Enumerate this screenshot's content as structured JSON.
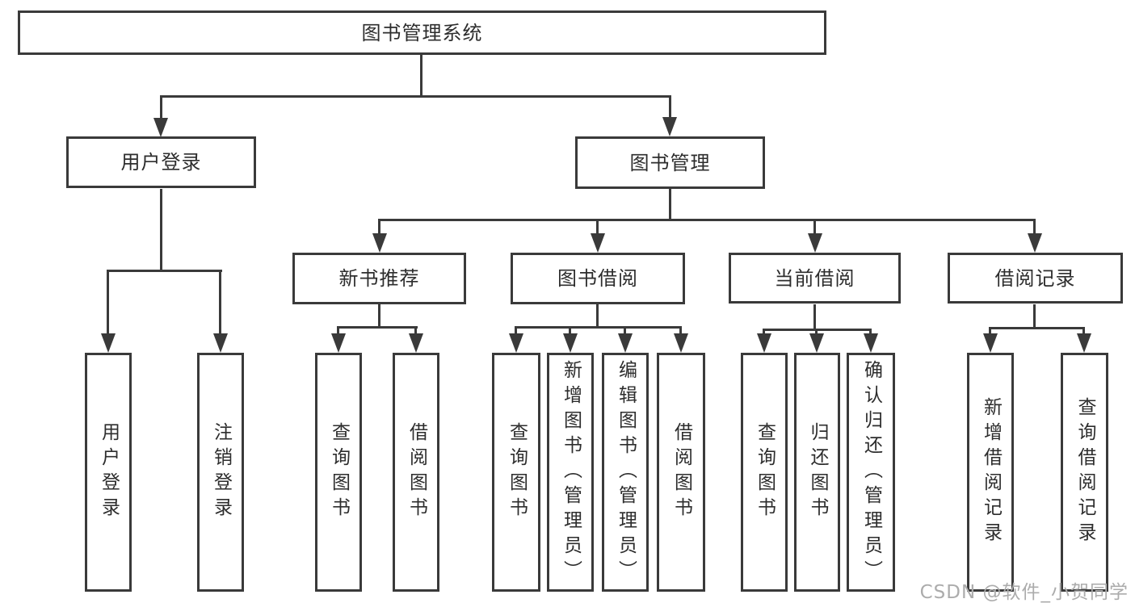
{
  "diagram": {
    "root": {
      "label": "图书管理系统"
    },
    "level2": [
      {
        "label": "用户登录"
      },
      {
        "label": "图书管理"
      }
    ],
    "level3": [
      {
        "label": "新书推荐"
      },
      {
        "label": "图书借阅"
      },
      {
        "label": "当前借阅"
      },
      {
        "label": "借阅记录"
      }
    ],
    "leaves": [
      {
        "label": "用户登录"
      },
      {
        "label": "注销登录"
      },
      {
        "label": "查询图书"
      },
      {
        "label": "借阅图书"
      },
      {
        "label": "查询图书"
      },
      {
        "label": "新增图书（管理员）"
      },
      {
        "label": "编辑图书（管理员）"
      },
      {
        "label": "借阅图书"
      },
      {
        "label": "查询图书"
      },
      {
        "label": "归还图书"
      },
      {
        "label": "确认归还（管理员）"
      },
      {
        "label": "新增借阅记录"
      },
      {
        "label": "查询借阅记录"
      }
    ]
  },
  "watermark": {
    "text": "CSDN @软件_小贺同学"
  },
  "colors": {
    "line": "#3a3a3a",
    "text": "#2d2d2d",
    "watermark": "#acacac",
    "background": "#ffffff"
  }
}
